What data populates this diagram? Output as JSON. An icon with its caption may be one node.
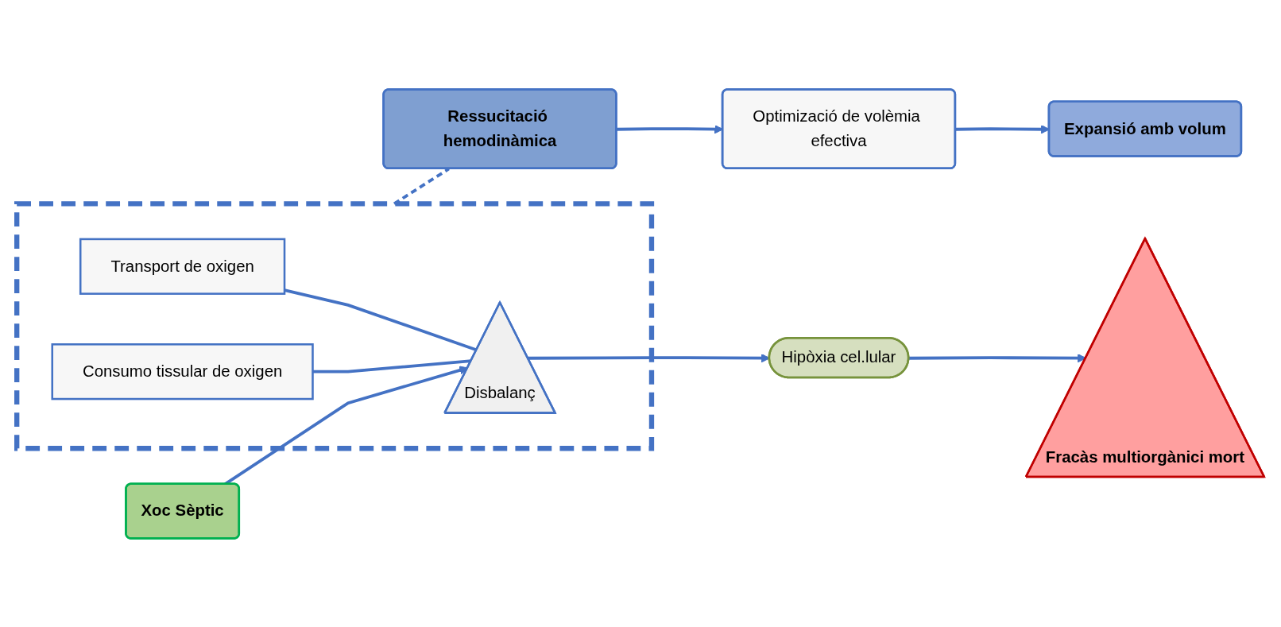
{
  "diagram": {
    "nodes": [
      {
        "text": [],
        "shape": "box"
      },
      {
        "text": [
          "Transport de oxigen"
        ],
        "in": 0
      },
      {
        "text": [
          "Consumo tissular de oxigen"
        ],
        "in": 0
      },
      {
        "text": [
          "Disbalanç"
        ],
        "in": 0
      },
      {
        "text": [
          "Xoc Sèptic"
        ]
      },
      {
        "text": [
          "Hipòxia cel.lular"
        ]
      },
      {
        "text": [
          "Fracàs multiorgànici mort"
        ]
      },
      {
        "text": [
          "Ressucitació hemodinàmica"
        ]
      },
      {
        "text": [
          "Optimizació de volèmia efectiva"
        ]
      },
      {
        "text": [
          "Expansió amb volum"
        ]
      }
    ],
    "edges": [
      {
        "from": 1,
        "to": 3,
        "arrow": "none"
      },
      {
        "from": 2,
        "to": 3,
        "arrow": "none"
      },
      {
        "from": 4,
        "to": 3,
        "arrow": "to"
      },
      {
        "from": 3,
        "to": 5,
        "arrow": "to"
      },
      {
        "from": 5,
        "to": 6,
        "arrow": "to"
      },
      {
        "from": 0,
        "to": 7,
        "arrow": "none",
        "style": "dashed"
      },
      {
        "from": 7,
        "to": 8,
        "arrow": "to"
      },
      {
        "from": 8,
        "to": 9,
        "arrow": "to"
      }
    ]
  }
}
